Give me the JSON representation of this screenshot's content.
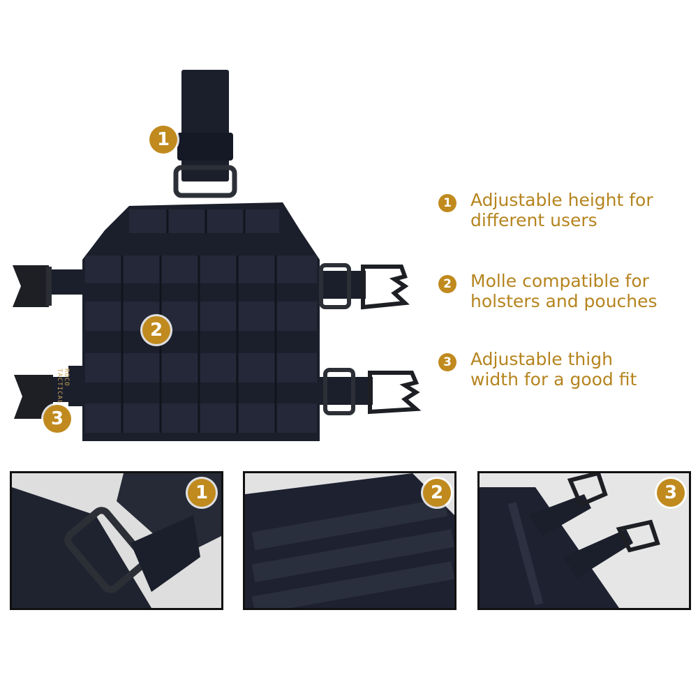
{
  "colors": {
    "accent": "#c08a1e",
    "accent_dark": "#b07a16",
    "text": "#b5841f",
    "gear": "#1b1f2b",
    "webbing": "#222634"
  },
  "product_brand": "ROCO\nTACTICAL",
  "main_badges": [
    "1",
    "2",
    "3"
  ],
  "features": [
    {
      "number": "1",
      "text": "Adjustable height for\ndifferent users"
    },
    {
      "number": "2",
      "text": "Molle compatible for\nholsters and pouches"
    },
    {
      "number": "3",
      "text": "Adjustable thigh\nwidth for a good fit"
    }
  ],
  "detail_panels": [
    {
      "number": "1",
      "subject": "strap-buckle-closeup"
    },
    {
      "number": "2",
      "subject": "molle-webbing-closeup"
    },
    {
      "number": "3",
      "subject": "side-buckles-closeup"
    }
  ]
}
